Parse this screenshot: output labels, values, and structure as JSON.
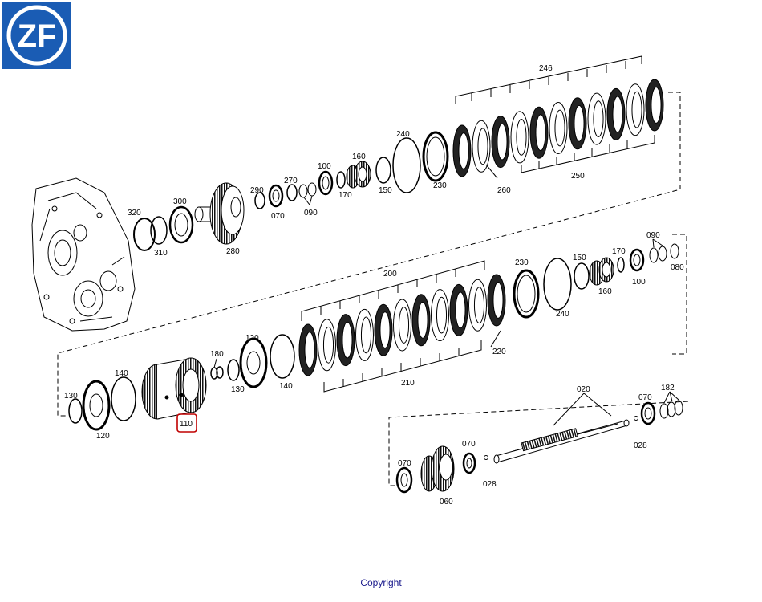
{
  "logo": {
    "text": "ZF",
    "bg_color": "#1a5cb4",
    "fg_color": "#ffffff"
  },
  "footer": {
    "copyright": "Copyright"
  },
  "highlight_color": "#c00000",
  "selected_part": "110",
  "parts": {
    "p246": "246",
    "p250": "250",
    "p260": "260",
    "p230a": "230",
    "p240a": "240",
    "p150a": "150",
    "p160a": "160",
    "p100a": "100",
    "p170a": "170",
    "p270": "270",
    "p090a": "090",
    "p290": "290",
    "p070a": "070",
    "p300": "300",
    "p320": "320",
    "p310": "310",
    "p280": "280",
    "p200": "200",
    "p230b": "230",
    "p150b": "150",
    "p170b": "170",
    "p090b": "090",
    "p080": "080",
    "p160b": "160",
    "p100b": "100",
    "p240b": "240",
    "p220": "220",
    "p210": "210",
    "p120a": "120",
    "p180": "180",
    "p130a": "130",
    "p140a": "140",
    "p140b": "140",
    "p130b": "130",
    "p120b": "120",
    "p110": "110",
    "p020": "020",
    "p070b": "070",
    "p182": "182",
    "p028a": "028",
    "p070c": "070",
    "p070d": "070",
    "p028b": "028",
    "p060": "060"
  }
}
